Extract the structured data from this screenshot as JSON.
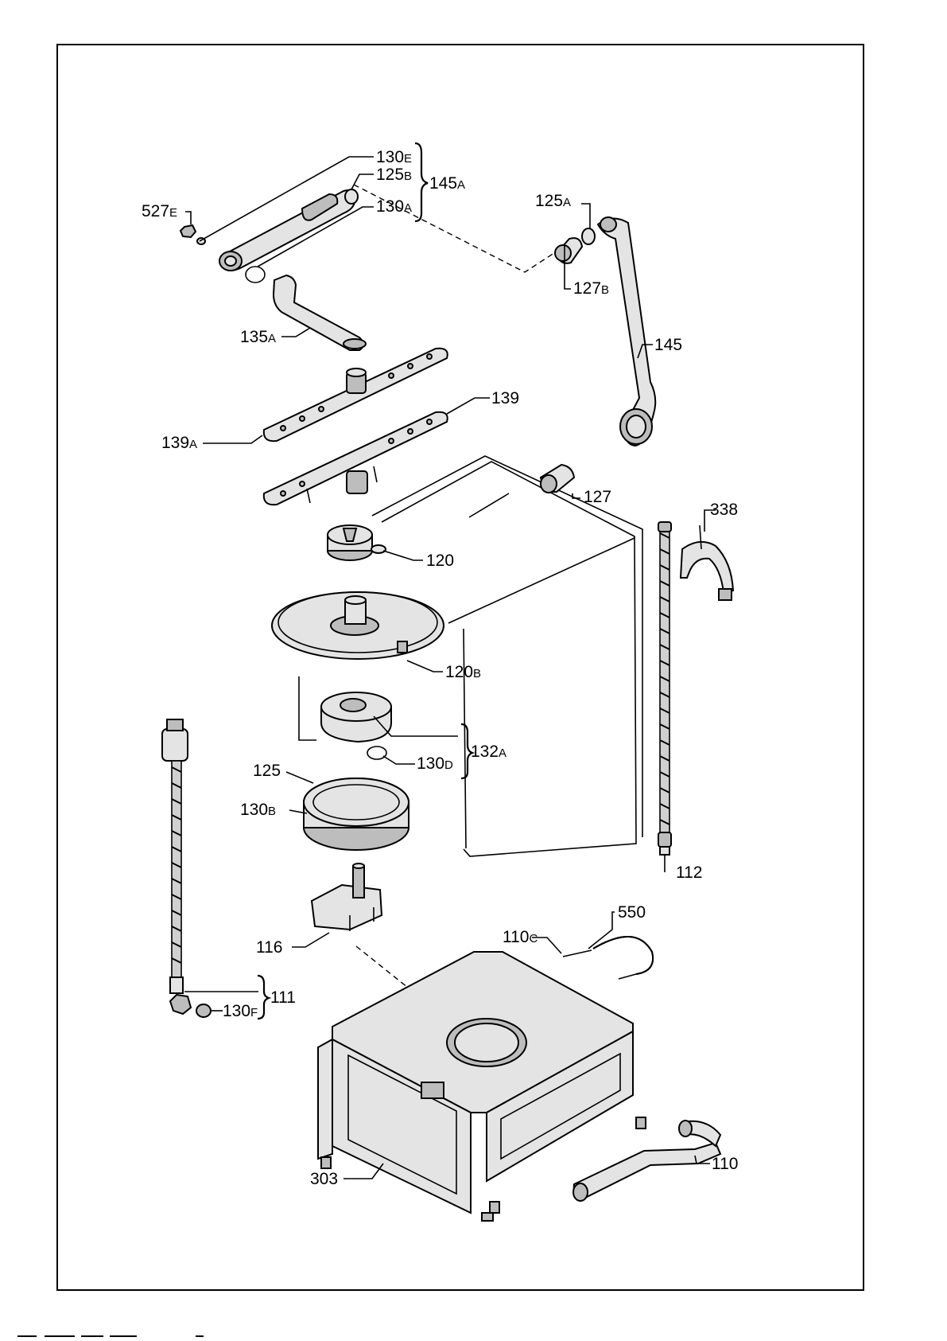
{
  "diagram": {
    "labels": {
      "l130E": {
        "num": "130",
        "suf": "E"
      },
      "l125B": {
        "num": "125",
        "suf": "B"
      },
      "l145A": {
        "num": "145",
        "suf": "A"
      },
      "l130A": {
        "num": "130",
        "suf": "A"
      },
      "l527E": {
        "num": "527",
        "suf": "E"
      },
      "l125A": {
        "num": "125",
        "suf": "A"
      },
      "l127B": {
        "num": "127",
        "suf": "B"
      },
      "l135A": {
        "num": "135",
        "suf": "A"
      },
      "l145": {
        "num": "145",
        "suf": ""
      },
      "l139": {
        "num": "139",
        "suf": ""
      },
      "l139A": {
        "num": "139",
        "suf": "A"
      },
      "l127": {
        "num": "127",
        "suf": ""
      },
      "l338": {
        "num": "338",
        "suf": ""
      },
      "l120": {
        "num": "120",
        "suf": ""
      },
      "l120B": {
        "num": "120",
        "suf": "B"
      },
      "l132A": {
        "num": "132",
        "suf": "A"
      },
      "l130D": {
        "num": "130",
        "suf": "D"
      },
      "l125": {
        "num": "125",
        "suf": ""
      },
      "l130B": {
        "num": "130",
        "suf": "B"
      },
      "l112": {
        "num": "112",
        "suf": ""
      },
      "l550": {
        "num": "550",
        "suf": ""
      },
      "l110C": {
        "num": "110",
        "suf": "C"
      },
      "l116": {
        "num": "116",
        "suf": ""
      },
      "l111": {
        "num": "111",
        "suf": ""
      },
      "l130F": {
        "num": "130",
        "suf": "F"
      },
      "l110": {
        "num": "110",
        "suf": ""
      },
      "l303": {
        "num": "303",
        "suf": ""
      }
    }
  }
}
